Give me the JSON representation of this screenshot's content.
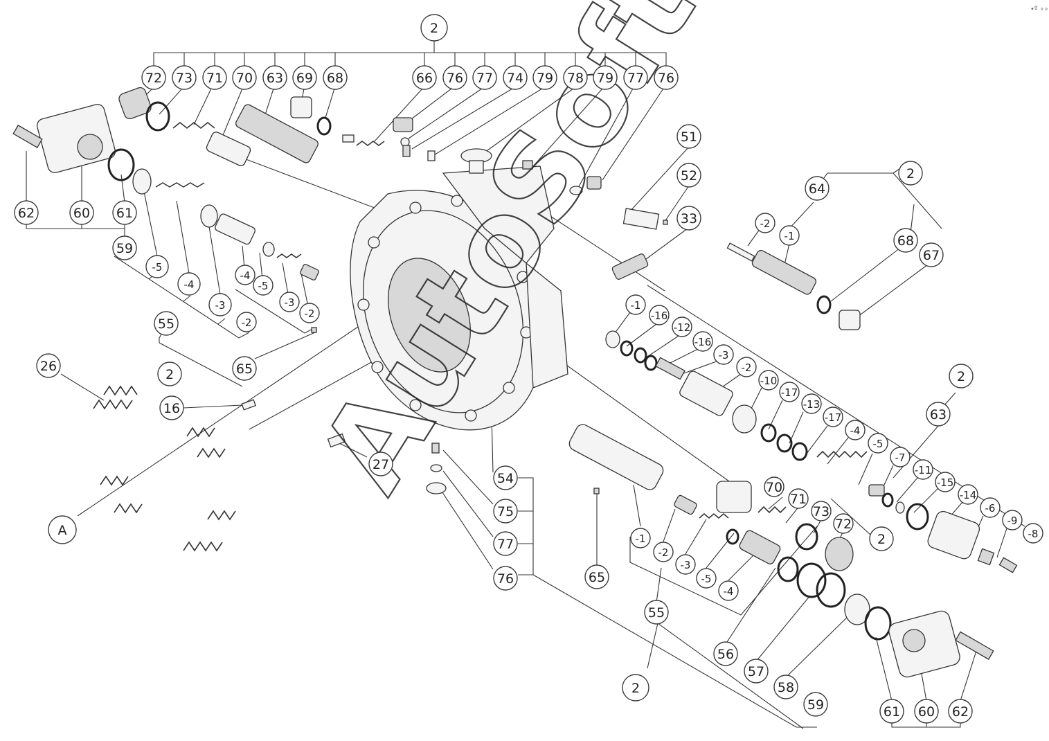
{
  "watermark": "AutoSoft",
  "corner_mark": "•º ∘∘∘",
  "callouts": {
    "top_group": "2",
    "c72": "72",
    "c73": "73",
    "c71": "71",
    "c70": "70",
    "c63": "63",
    "c69": "69",
    "c68": "68",
    "c66": "66",
    "c76a": "76",
    "c77a": "77",
    "c74": "74",
    "c79a": "79",
    "c78": "78",
    "c79b": "79",
    "c77b": "77",
    "c76b": "76",
    "c51": "51",
    "c52": "52",
    "c33": "33",
    "left_62": "62",
    "left_60": "60",
    "left_61": "61",
    "left_59": "59",
    "left_m5a": "-5",
    "left_m4a": "-4",
    "left_m3a": "-3",
    "left_m4b": "-4",
    "left_m5b": "-5",
    "left_m3b": "-3",
    "left_m2a": "-2",
    "left_m2b": "-2",
    "left_55": "55",
    "left_2": "2",
    "left_65": "65",
    "c26": "26",
    "c16": "16",
    "c27": "27",
    "cA": "A",
    "c54": "54",
    "c75": "75",
    "c77c": "77",
    "c76c": "76",
    "c65b": "65",
    "r_2top": "2",
    "r_64": "64",
    "r_m2": "-2",
    "r_m1": "-1",
    "r_68": "68",
    "r_67": "67",
    "m_m1": "-1",
    "m_m16a": "-16",
    "m_m12": "-12",
    "m_m16b": "-16",
    "m_m3": "-3",
    "m_m2": "-2",
    "m_m10": "-10",
    "m_m17a": "-17",
    "m_m13": "-13",
    "m_m17b": "-17",
    "m_m4": "-4",
    "m_m5": "-5",
    "m_m7": "-7",
    "m_m11": "-11",
    "m_m15": "-15",
    "m_m14": "-14",
    "m_m6": "-6",
    "m_m9": "-9",
    "m_m8": "-8",
    "m_2": "2",
    "m_63": "63",
    "b_70": "70",
    "b_71": "71",
    "b_73": "73",
    "b_72": "72",
    "b_2r": "2",
    "b_m1": "-1",
    "b_m2": "-2",
    "b_m3": "-3",
    "b_m5": "-5",
    "b_m4": "-4",
    "b_55": "55",
    "b_56": "56",
    "b_57": "57",
    "b_58": "58",
    "b_59": "59",
    "b_2": "2",
    "b_61": "61",
    "b_60": "60",
    "b_62": "62"
  }
}
